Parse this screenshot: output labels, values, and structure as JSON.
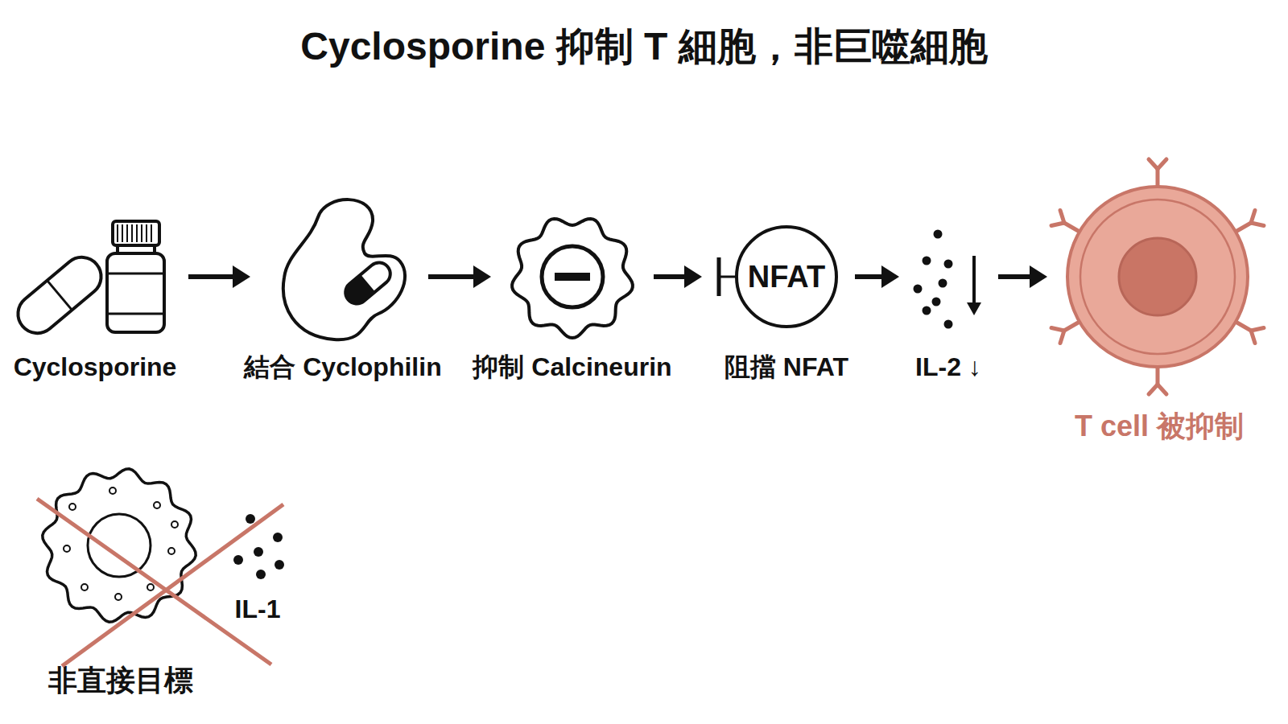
{
  "diagram": {
    "title": "Cyclosporine 抑制 T 細胞，非巨噬細胞",
    "nodes": [
      {
        "text": [
          "Cyclosporine"
        ]
      },
      {
        "text": [
          "結合 Cyclophilin"
        ]
      },
      {
        "text": [
          "抑制 Calcineurin"
        ]
      },
      {
        "text": [
          "NFAT",
          "阻擋 NFAT"
        ]
      },
      {
        "text": [
          "IL-2 ↓"
        ]
      },
      {
        "text": [
          "T cell 被抑制"
        ]
      },
      {
        "text": [
          "非直接目標"
        ]
      }
    ],
    "edges": [
      {
        "from": 0,
        "to": 1,
        "arrow": "to"
      },
      {
        "from": 1,
        "to": 2,
        "arrow": "to"
      },
      {
        "from": 2,
        "to": 3,
        "arrow": "to"
      },
      {
        "from": 3,
        "to": 4,
        "arrow": "to"
      },
      {
        "from": 4,
        "to": 5,
        "arrow": "to"
      }
    ],
    "labels": [
      "IL-1"
    ]
  }
}
